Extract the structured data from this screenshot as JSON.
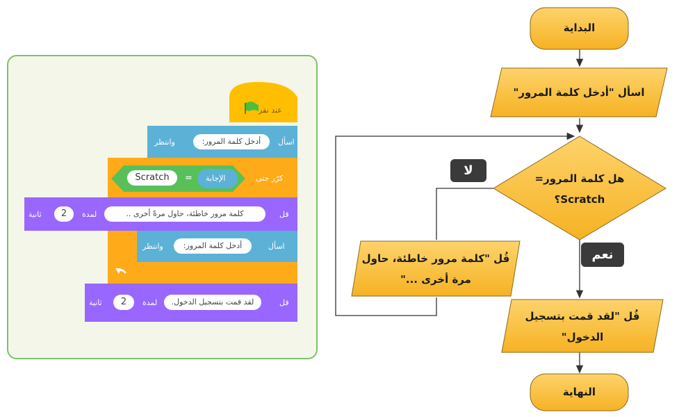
{
  "colors": {
    "flow_fill": "#fbbd2e",
    "flow_fill_light": "#fdd36b",
    "flow_stroke": "#8a6a1a",
    "panel_bg": "#f3f6e8",
    "panel_border": "#7cc36a",
    "event_block": "#ffbf00",
    "control_block": "#ffab19",
    "sensing_block": "#5cb1d6",
    "looks_block": "#9966ff",
    "operator_block": "#59c059"
  },
  "flowchart": {
    "start": "البداية",
    "ask": "اسأل \"أدخل كلمة المرور\"",
    "decision_line1": "هل كلمة المرور=",
    "decision_line2": "Scratch؟",
    "no_label": "لا",
    "yes_label": "نعم",
    "say_wrong_line1": "قُل \"كلمة مرور خاطئة، حاول",
    "say_wrong_line2": "مرة أخرى ...\"",
    "say_ok_line1": "قُل \"لقد قمت بتسجيل",
    "say_ok_line2": "الدخول\"",
    "end": "النهاية"
  },
  "scratch": {
    "hat_label": "عند نقر",
    "ask1_label": "اسأل",
    "ask1_text": "أدخل كلمة المرور:",
    "ask1_wait": "وانتظر",
    "repeat_label": "كرّر حتى",
    "answer_label": "الإجابة",
    "equals": "=",
    "scratch_value": "Scratch",
    "say1_label": "قل",
    "say1_text": "كلمة مرور خاطئة، حاول مرةً أخرى ..",
    "say1_for": "لمدة",
    "say1_secs": "2",
    "say1_unit": "ثانية",
    "ask2_label": "اسأل",
    "ask2_text": "أدخل كلمة المرور:",
    "ask2_wait": "وانتظر",
    "say2_label": "قل",
    "say2_text": "لقد قمت بتسجيل الدخول.",
    "say2_for": "لمدة",
    "say2_secs": "2",
    "say2_unit": "ثانية"
  }
}
